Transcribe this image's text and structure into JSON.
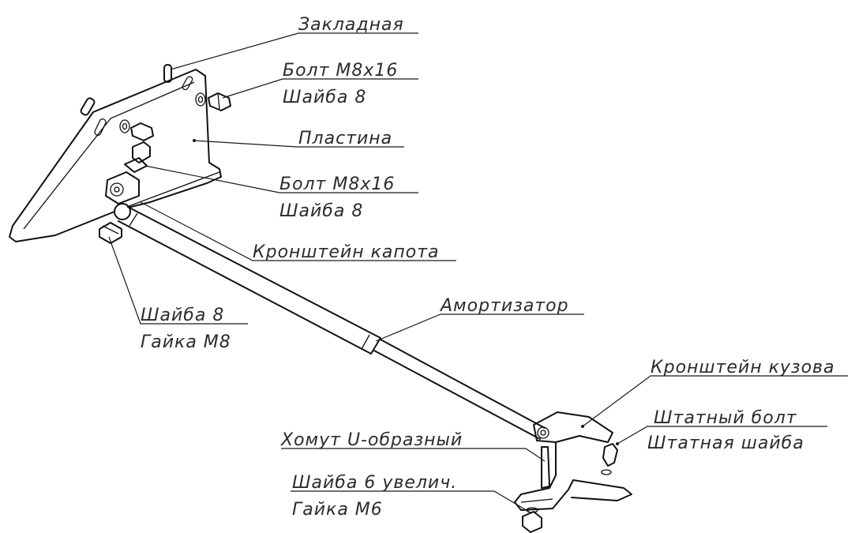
{
  "labels": {
    "zakladnaya": "Закладная",
    "bolt1": "Болт М8х16",
    "shayba1": "Шайба 8",
    "plastina": "Пластина",
    "bolt2": "Болт М8х16",
    "shayba2": "Шайба 8",
    "kronshtein_kapota": "Кронштейн капота",
    "amortizator": "Амортизатор",
    "shayba3": "Шайба 8",
    "gaika_m8": "Гайка М8",
    "kronshtein_kuzova": "Кронштейн кузова",
    "shtatny_bolt": "Штатный болт",
    "shtatnaya_shayba": "Штатная шайба",
    "khomut": "Хомут U-образный",
    "shayba6": "Шайба 6 увелич.",
    "gaika_m6": "Гайка М6"
  }
}
